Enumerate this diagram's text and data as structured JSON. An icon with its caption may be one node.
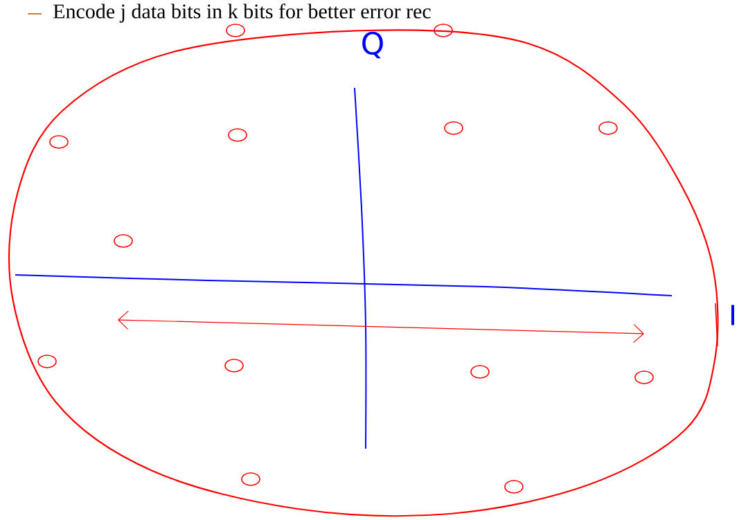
{
  "diagram": {
    "labels": [
      "Encode j data bits in k bits for better error rec",
      "Q",
      "I"
    ]
  }
}
